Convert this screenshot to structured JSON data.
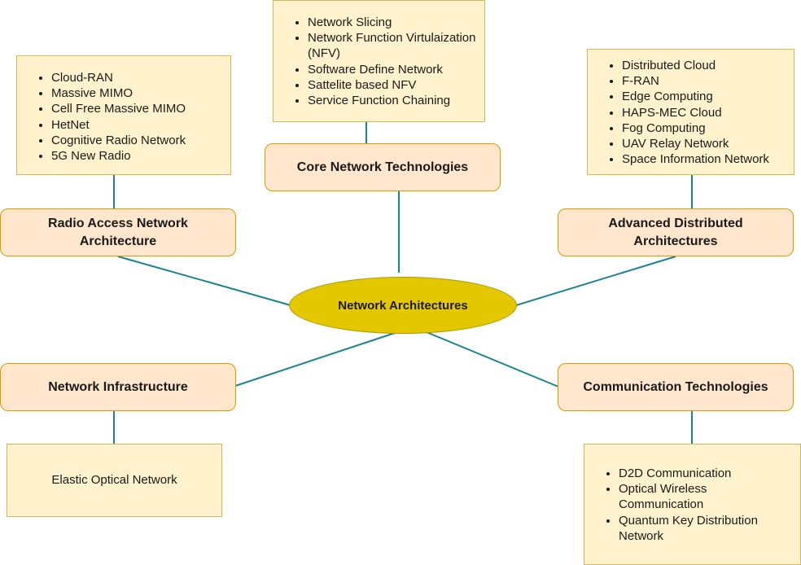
{
  "center": {
    "label": "Network Architectures"
  },
  "categories": {
    "core": {
      "label": "Core Network Technologies",
      "items": [
        "Network Slicing",
        "Network Function Virtulaization (NFV)",
        "Software Define Network",
        "Sattelite based NFV",
        "Service Function Chaining"
      ]
    },
    "ran": {
      "label": "Radio Access Network Architecture",
      "items": [
        "Cloud-RAN",
        "Massive MIMO",
        "Cell Free Massive MIMO",
        "HetNet",
        "Cognitive Radio Network",
        "5G New Radio"
      ]
    },
    "distributed": {
      "label": "Advanced Distributed Architectures",
      "items": [
        "Distributed Cloud",
        "F-RAN",
        "Edge Computing",
        "HAPS-MEC Cloud",
        "Fog Computing",
        "UAV Relay Network",
        "Space Information Network"
      ]
    },
    "infrastructure": {
      "label": "Network Infrastructure",
      "items": [
        "Elastic Optical Network"
      ]
    },
    "communication": {
      "label": "Communication Technologies",
      "items": [
        "D2D Communication",
        "Optical Wireless Communication",
        "Quantum Key Distribution Network"
      ]
    }
  },
  "colors": {
    "connector": "#1a8396",
    "note_fill": "#fff2cc",
    "note_border": "#d6b656",
    "category_fill": "#ffe6cc",
    "category_border": "#d79b00",
    "center_fill": "#e3c800"
  }
}
